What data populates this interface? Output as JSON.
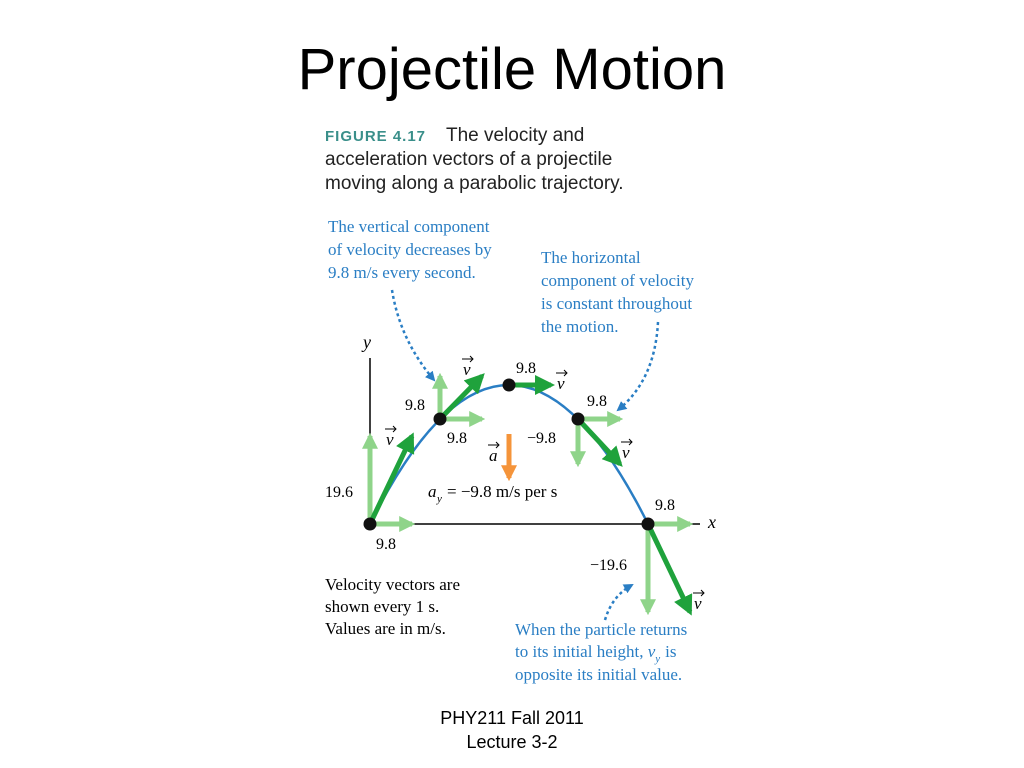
{
  "slide": {
    "title": "Projectile Motion",
    "footer_line1": "PHY211 Fall 2011",
    "footer_line2": "Lecture 3-2"
  },
  "figure": {
    "label": "FIGURE 4.17",
    "caption_line1": "The velocity and",
    "caption_line2": "acceleration vectors of a projectile",
    "caption_line3": "moving along a parabolic trajectory."
  },
  "annotations": {
    "vertical_note": [
      "The vertical component",
      "of velocity decreases by",
      "9.8 m/s every second."
    ],
    "horizontal_note": [
      "The horizontal",
      "component of velocity",
      "is constant throughout",
      "the motion."
    ],
    "interval_note": [
      "Velocity vectors are",
      "shown every 1 s.",
      "Values are in m/s."
    ],
    "return_note_line1": "When the particle returns",
    "return_note_line2_pre": "to its initial height,",
    "return_note_line2_v": "v",
    "return_note_line2_sub": "y",
    "return_note_line2_post": "is",
    "return_note_line3": "opposite its initial value."
  },
  "axes": {
    "x_label": "x",
    "y_label": "y"
  },
  "labels": {
    "v": "v",
    "a": "a",
    "ay": "a",
    "ay_sub": "y",
    "ay_value": "= −9.8 m/s per s",
    "start_vx": "9.8",
    "start_vy": "19.6",
    "t1_vx": "9.8",
    "t1_vy": "9.8",
    "top_vx": "9.8",
    "t3_vx": "9.8",
    "t3_vy": "−9.8",
    "end_vx": "9.8",
    "end_vy": "−19.6"
  },
  "colors": {
    "trajectory": "#2a7ec4",
    "velocity": "#1fa23c",
    "component": "#8fd48a",
    "acceleration": "#f5943a",
    "annotation_text": "#2a7ec4",
    "figure_label": "#3a8f8a"
  }
}
